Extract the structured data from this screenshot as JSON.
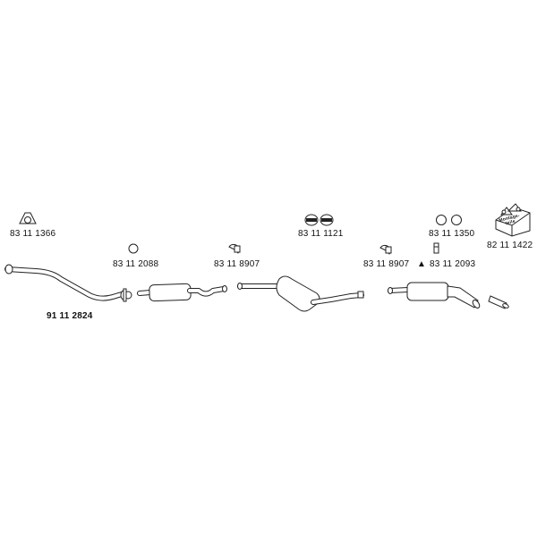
{
  "parts": {
    "gasket_triangle": "83 11 1366",
    "front_pipe": "91 11 2824",
    "ring_seal": "83 11 2088",
    "clamp_1": "83 11 8907",
    "gasket_pair": "83 11 1121",
    "clamp_2": "83 11 8907",
    "rubber_rings": "83 11 1350",
    "mount": "83 11 2093",
    "mounting_kit": "82 11 1422"
  },
  "mounting_box_text": "Montage-\nteile",
  "mount_marker": "▲",
  "colors": {
    "line": "#222222",
    "background": "#ffffff"
  }
}
